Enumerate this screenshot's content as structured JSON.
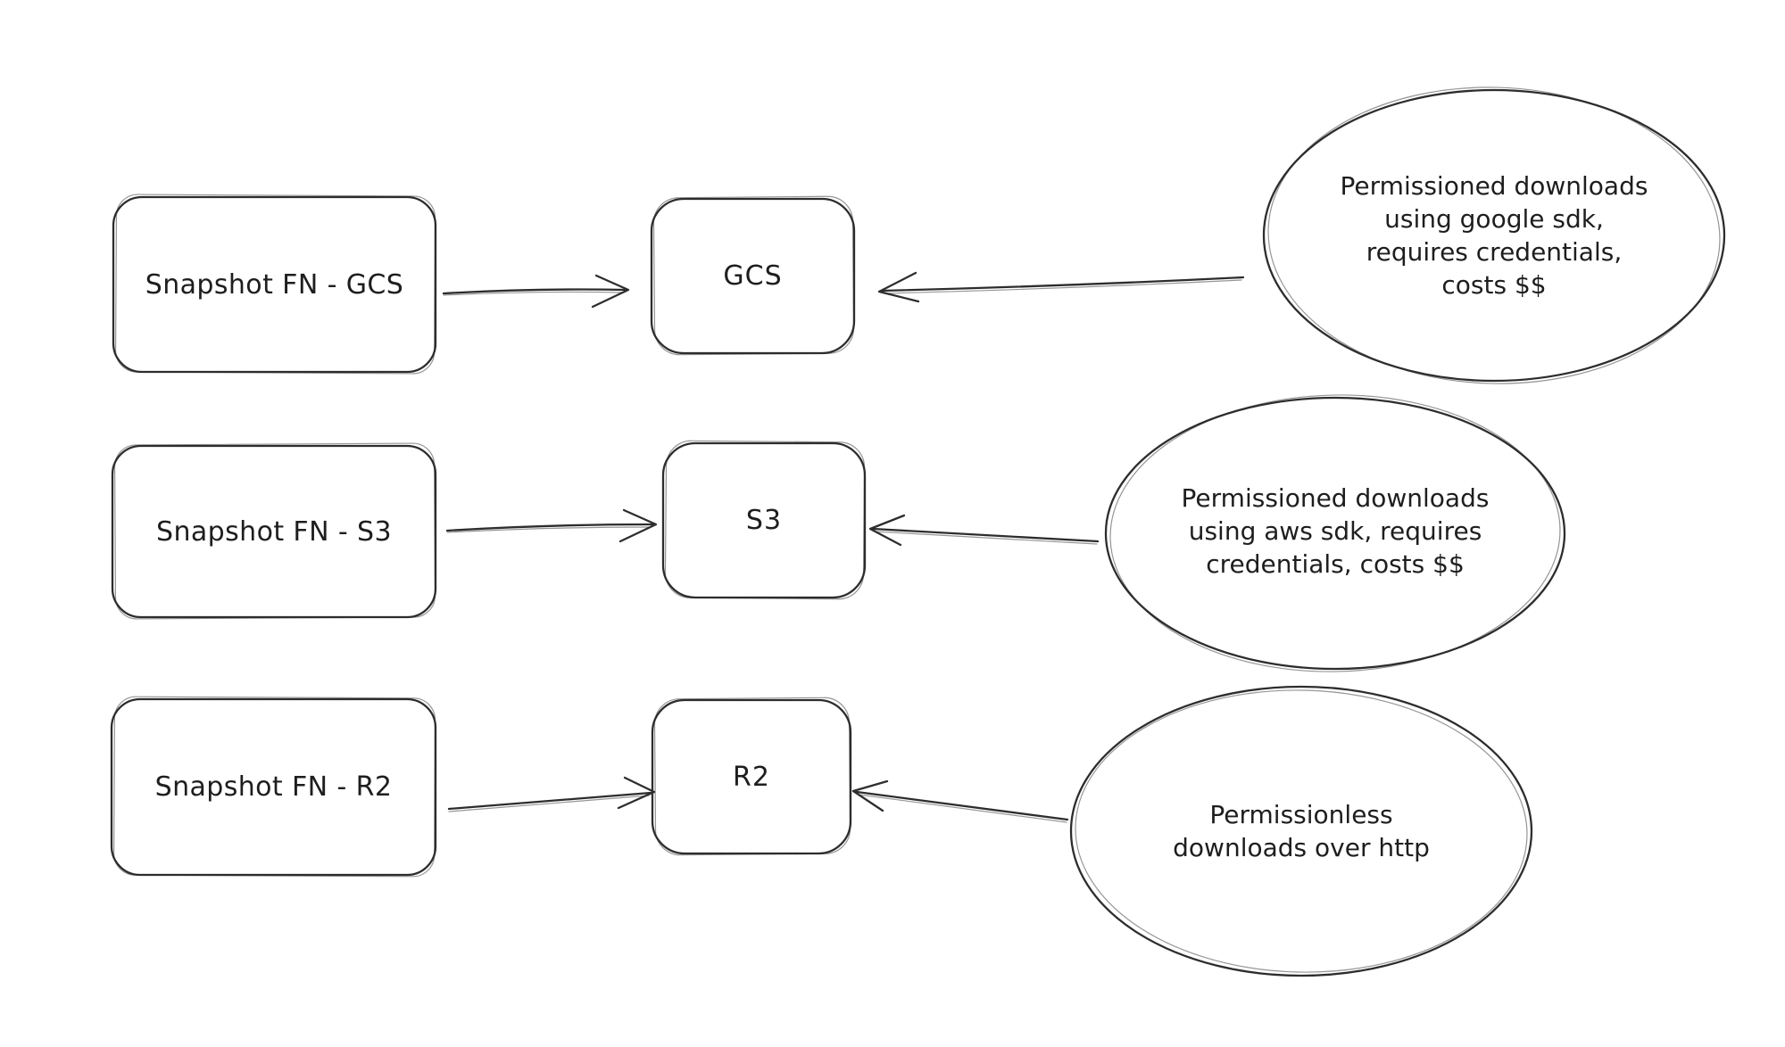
{
  "diagram": {
    "colors": {
      "ink": "#2d2d2d",
      "background": "#ffffff"
    },
    "rows": [
      {
        "source_label": "Snapshot FN - GCS",
        "target_label": "GCS",
        "note": "Permissioned downloads\nusing google sdk,\nrequires credentials,\ncosts $$"
      },
      {
        "source_label": "Snapshot FN - S3",
        "target_label": "S3",
        "note": "Permissioned downloads\nusing aws sdk, requires\ncredentials, costs $$"
      },
      {
        "source_label": "Snapshot FN - R2",
        "target_label": "R2",
        "note": "Permissionless\ndownloads over http"
      }
    ]
  }
}
